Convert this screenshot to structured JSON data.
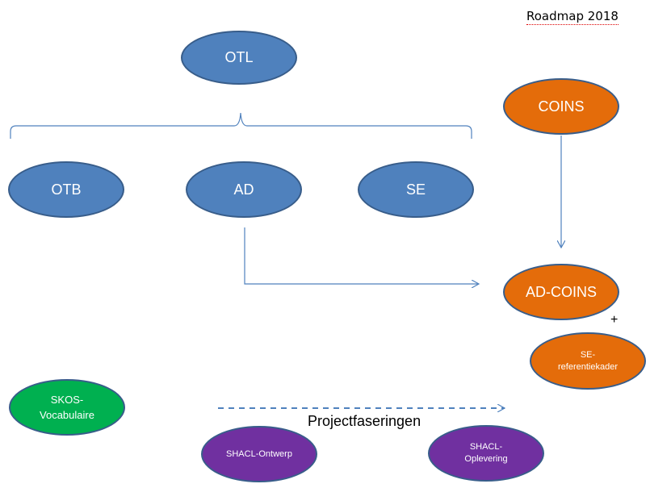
{
  "title": "Roadmap 2018",
  "nodes": {
    "otl": "OTL",
    "otb": "OTB",
    "ad": "AD",
    "se": "SE",
    "coins": "COINS",
    "ad_coins": "AD-COINS",
    "se_referentiekader": "SE-\nreferentiekader",
    "skos_vocabulaire": "SKOS-\nVocabulaire",
    "shacl_ontwerp": "SHACL-Ontwerp",
    "shacl_oplevering": "SHACL-\nOplevering"
  },
  "plus": "+",
  "phase_label": "Projectfaseringen",
  "colors": {
    "blue": "#4f81bd",
    "orange": "#e46c0a",
    "green": "#00b050",
    "purple": "#7030a0",
    "outline": "#385d8a",
    "connector": "#4f81bd"
  }
}
